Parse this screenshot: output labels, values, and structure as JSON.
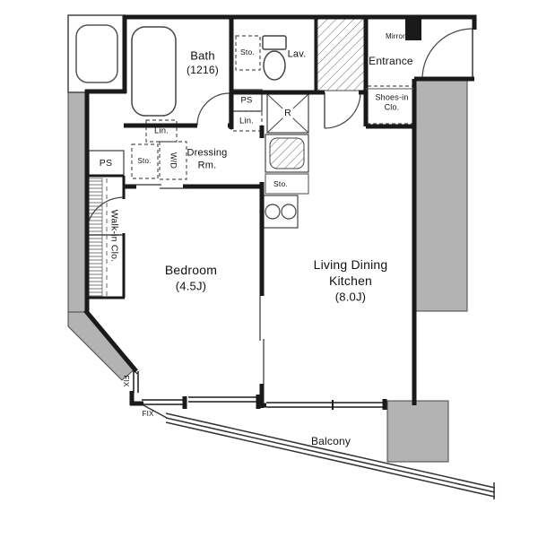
{
  "plan": {
    "bath": {
      "name": "Bath",
      "size": "(1216)"
    },
    "lavatory": "Lav.",
    "entrance": "Entrance",
    "mirror": "Mirror",
    "shoes_closet": {
      "line1": "Shoes-in",
      "line2": "Clo."
    },
    "pipe_space_hall": "PS",
    "pipe_space_closet": "PS",
    "linen_hall": "Lin.",
    "linen_dressing": "Lin.",
    "storage_lavatory": "Sto.",
    "storage_dressing": "Sto.",
    "storage_kitchen": "Sto.",
    "washer_dryer": "W/D",
    "refrigerator": "R",
    "dressing_room": {
      "line1": "Dressing",
      "line2": "Rm."
    },
    "walk_in_closet": "Walk-in Clo.",
    "bedroom": {
      "name": "Bedroom",
      "size": "(4.5J)"
    },
    "ldk": {
      "line1": "Living Dining",
      "line2": "Kitchen",
      "size": "(8.0J)"
    },
    "balcony": "Balcony",
    "fix_left": "FIX",
    "fix_bottom": "FIX",
    "colors": {
      "wall": "#1a1a1a",
      "structure": "#b3b3b3",
      "background": "#ffffff"
    }
  }
}
